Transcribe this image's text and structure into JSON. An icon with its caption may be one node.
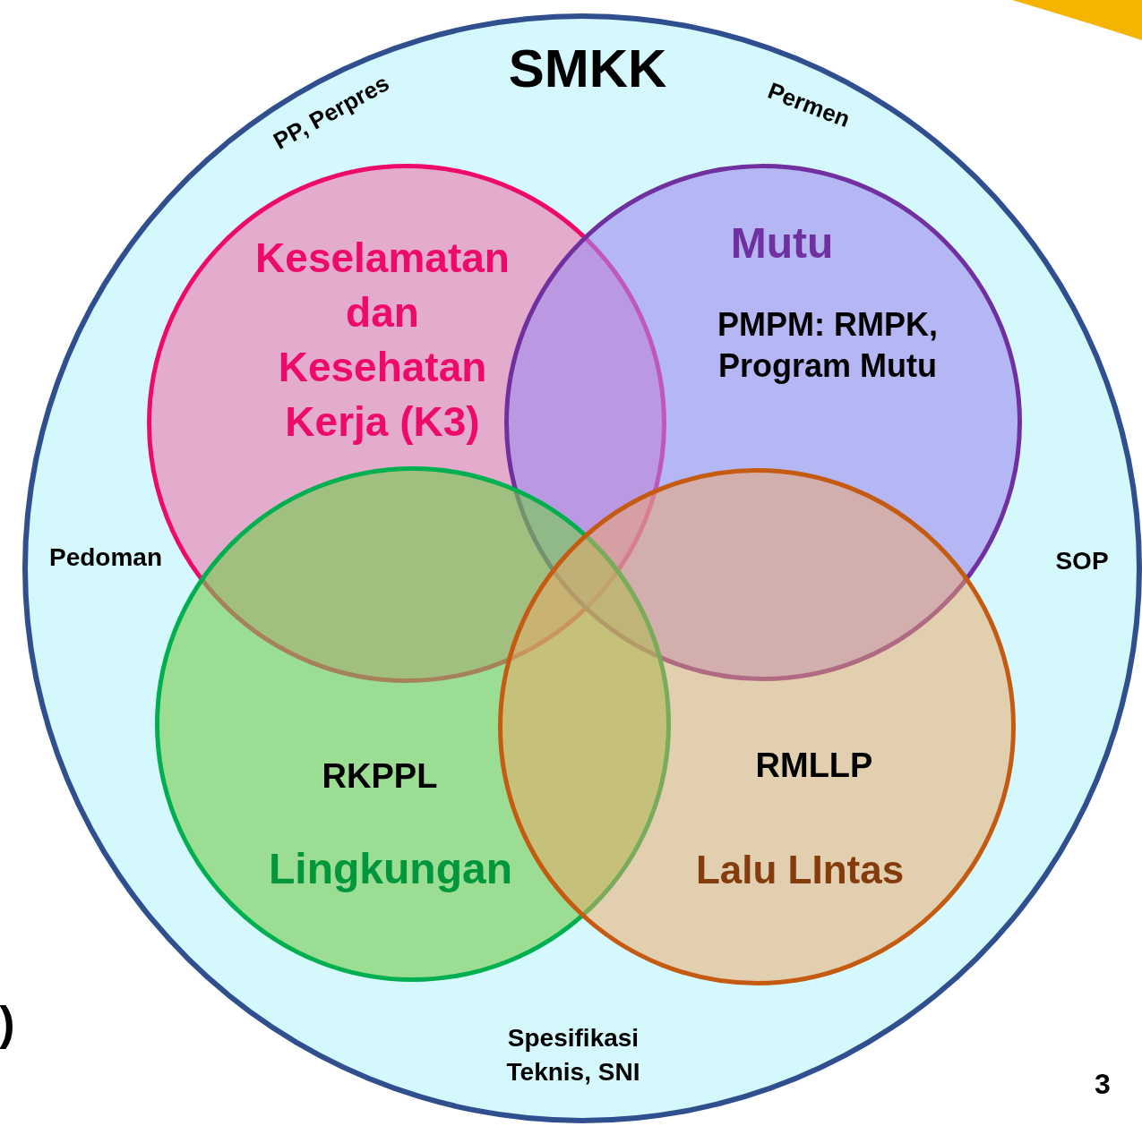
{
  "diagram": {
    "nodes": [
      {
        "text": [
          "SMKK"
        ]
      },
      {
        "text": [
          "Keselamatan dan Kesehatan Kerja (K3)"
        ],
        "in": 0
      },
      {
        "text": [
          "Mutu",
          "PMPM: RMPK, Program Mutu"
        ],
        "in": 0
      },
      {
        "text": [
          "RKPPL",
          "Lingkungan"
        ],
        "in": 0
      },
      {
        "text": [
          "RMLLP",
          "Lalu LIntas"
        ],
        "in": 0
      }
    ],
    "labels": [
      "PP, Perpres",
      "Permen",
      "Pedoman",
      "SOP",
      ")",
      "Spesifikasi Teknis, SNI",
      "3"
    ]
  }
}
